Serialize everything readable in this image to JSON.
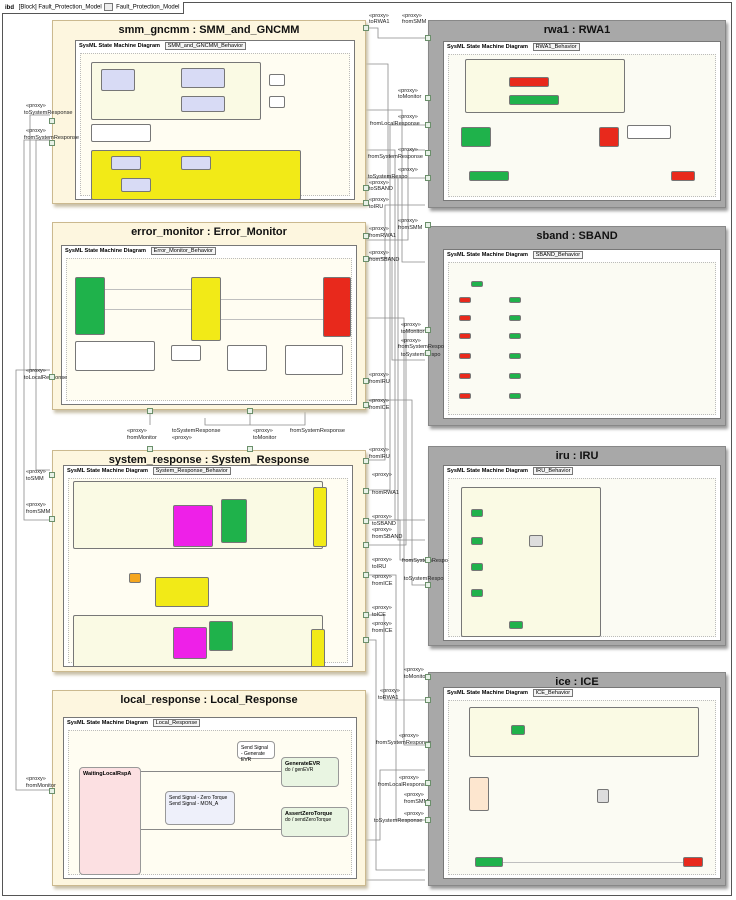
{
  "frame": {
    "kind": "ibd",
    "block": "[Block] Fault_Protection_Model",
    "diagram": "Fault_Protection_Model"
  },
  "parts": {
    "smm": {
      "title": "smm_gncmm : SMM_and_GNCMM",
      "diagram_type": "SysML State Machine Diagram",
      "behavior": "SMM_and_GNCMM_Behavior"
    },
    "error_monitor": {
      "title": "error_monitor : Error_Monitor",
      "diagram_type": "SysML State Machine Diagram",
      "behavior": "Error_Monitor_Behavior"
    },
    "system_response": {
      "title": "system_response : System_Response",
      "diagram_type": "SysML State Machine Diagram",
      "behavior": "System_Response_Behavior"
    },
    "local_response": {
      "title": "local_response : Local_Response",
      "diagram_type": "SysML State Machine Diagram",
      "behavior": "Local_Response",
      "states": {
        "waiting": "WaitingLocalRspA",
        "generate_evr": "GenerateEVR",
        "generate_evr_do": "do / genEVR",
        "assert_zero": "AssertZeroTorque",
        "assert_zero_do": "do / sendZeroTorque"
      },
      "notes": {
        "send_evr": "Send Signal - Generate EVR",
        "send_zero": "Send Signal - Zero Torque",
        "send_mon": "Send Signal - MON_A"
      }
    },
    "rwa1": {
      "title": "rwa1 : RWA1",
      "diagram_type": "SysML State Machine Diagram",
      "behavior": "RWA1_Behavior"
    },
    "sband": {
      "title": "sband : SBAND",
      "diagram_type": "SysML State Machine Diagram",
      "behavior": "SBAND_Behavior"
    },
    "iru": {
      "title": "iru : IRU",
      "diagram_type": "SysML State Machine Diagram",
      "behavior": "IRU_Behavior"
    },
    "ice": {
      "title": "ice : ICE",
      "diagram_type": "SysML State Machine Diagram",
      "behavior": "ICE_Behavior"
    }
  },
  "ports": {
    "proxy": "«proxy»",
    "smm_toRWA1": "toRWA1",
    "smm_fromSMM": "fromSMM",
    "smm_toMonitor": "toMonitor",
    "smm_fromLocalResponse": "fromLocalResponse",
    "smm_fromSystemResponse": "fromSystemResponse",
    "smm_toSystemResponse": "toSystemRespo",
    "smm_toSBAND": "toSBAND",
    "smm_toIRU": "toIRU",
    "smm_fromRWA1": "fromRWA1",
    "left_toSystemResponse": "toSystemResponse",
    "left_fromSystemResponse": "fromSystemResponse",
    "em_fromSMM": "fromSMM",
    "em_fromSBAND": "fromSBAND",
    "em_toMonitor": "toMonitor",
    "em_fromSystemResponse": "fromSystemRespo",
    "em_toSystemResponse": "toSystemRespo",
    "em_fromIRU": "fromIRU",
    "em_fromICE": "fromICE",
    "left_toLocalResponse": "toLocalResponse",
    "mid_toSystemResponse": "toSystemResponse",
    "mid_fromMonitor": "fromMonitor",
    "mid_toMonitor": "toMonitor",
    "mid_fromSystemResponse": "fromSystemResponse",
    "sr_toSMM": "toSMM",
    "sr_fromSMM": "fromSMM",
    "sr_fromIRU": "fromIRU",
    "sr_fromRWA1": "fromRWA1",
    "sr_toSBAND": "toSBAND",
    "sr_fromSBAND": "fromSBAND",
    "sr_toIRU": "toIRU",
    "sr_fromICE": "fromICE",
    "sr_toICE": "toICE",
    "sr_fromSystemResponse": "fromSystemRespo",
    "sr_toSystemResponse": "toSystemRespo",
    "lr_fromMonitor": "fromMonitor",
    "ice_toMonitor": "toMonitor",
    "ice_toRWA1": "toRWA1",
    "ice_fromSystemResponse": "fromSystemResponse",
    "ice_fromLocalResponse": "fromLocalResponse",
    "ice_fromSMM": "fromSMM",
    "ice_toSystemResponse": "toSystemResponse"
  }
}
